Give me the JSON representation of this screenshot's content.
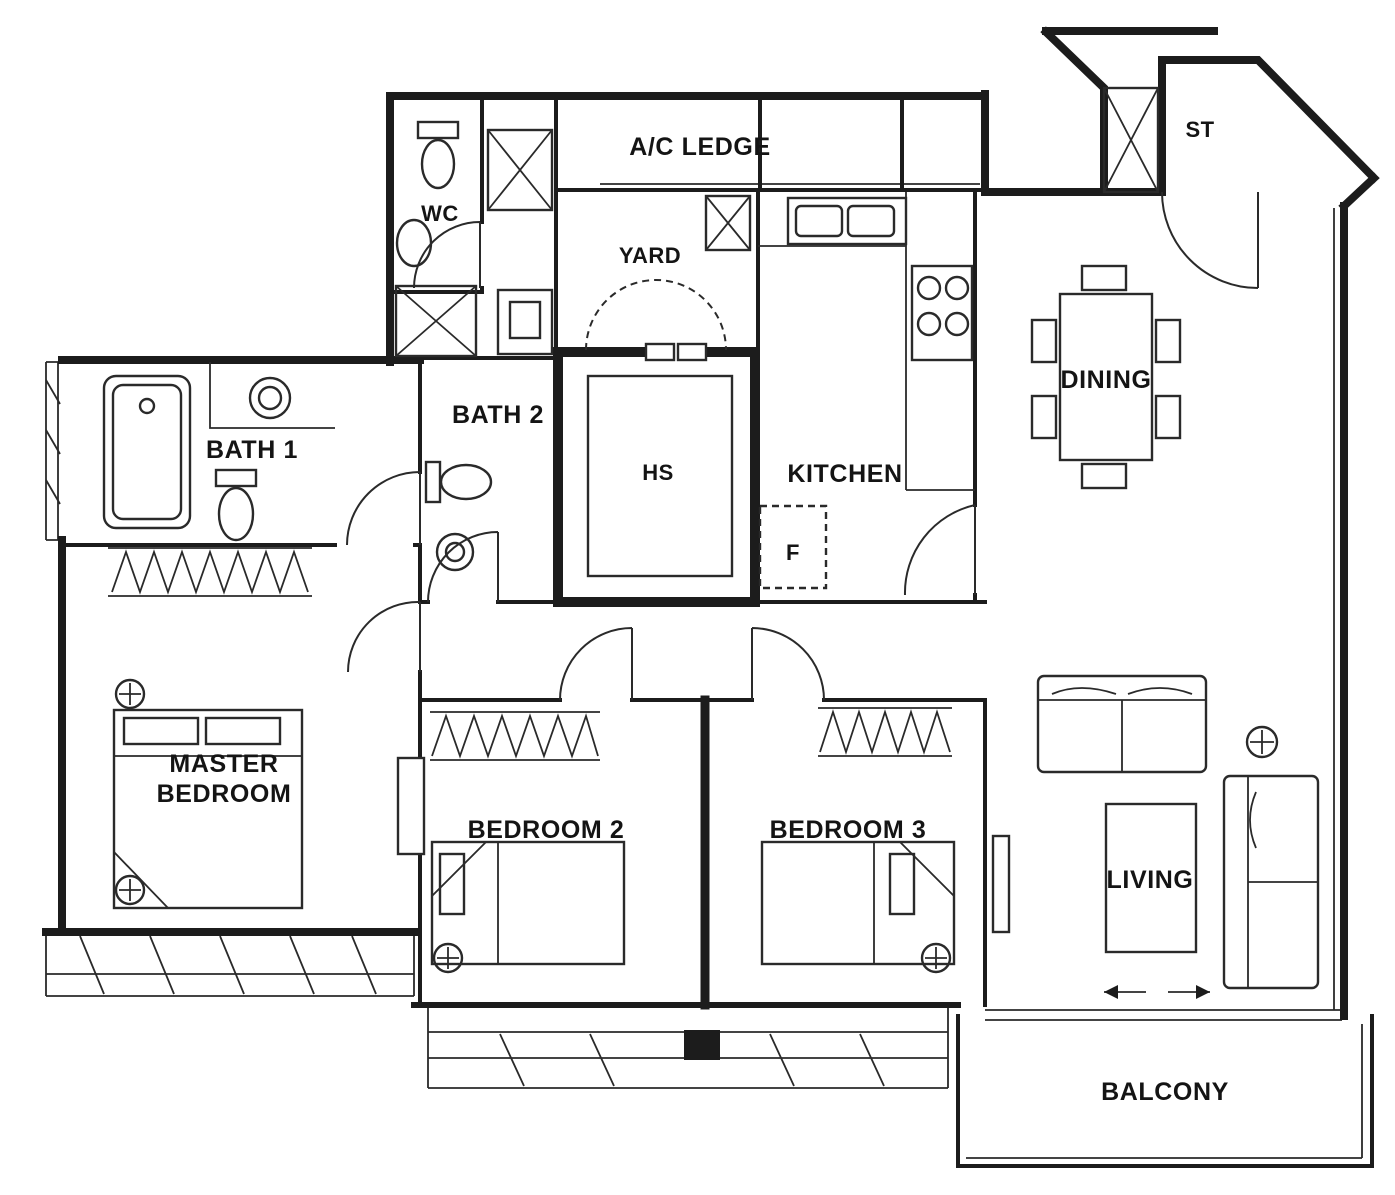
{
  "rooms": {
    "wc": {
      "label": "WC"
    },
    "ac_ledge": {
      "label": "A/C LEDGE"
    },
    "st": {
      "label": "ST"
    },
    "yard": {
      "label": "YARD"
    },
    "bath1": {
      "label": "BATH 1"
    },
    "bath2": {
      "label": "BATH 2"
    },
    "hs": {
      "label": "HS"
    },
    "kitchen": {
      "label": "KITCHEN"
    },
    "dining": {
      "label": "DINING"
    },
    "fridge": {
      "label": "F"
    },
    "master_bedroom": {
      "label_line1": "MASTER",
      "label_line2": "BEDROOM"
    },
    "bedroom2": {
      "label": "BEDROOM 2"
    },
    "bedroom3": {
      "label": "BEDROOM 3"
    },
    "living": {
      "label": "LIVING"
    },
    "balcony": {
      "label": "BALCONY"
    }
  },
  "colors": {
    "wall": "#1c1c1c",
    "background": "#ffffff"
  }
}
